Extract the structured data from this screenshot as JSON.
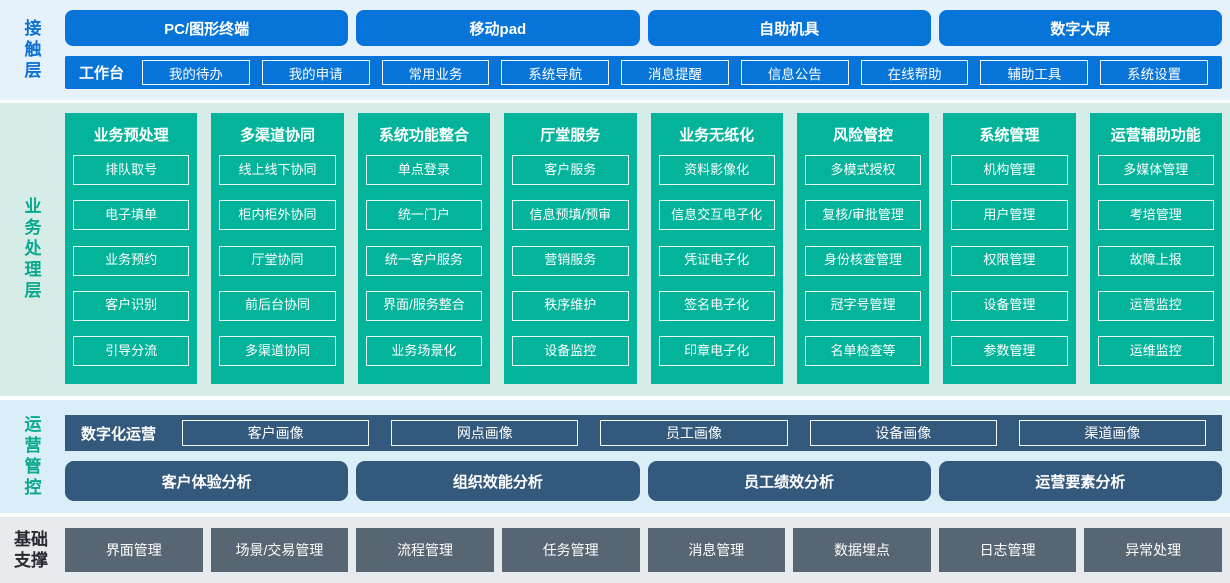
{
  "colors": {
    "blue": "#0774da",
    "green": "#04b49a",
    "slate_blue": "#33597d",
    "grey": "#586573",
    "bg_contact": "#e5f2fb",
    "bg_business": "#d6ede7",
    "bg_operations": "#daeef8",
    "bg_base": "#e8ebee"
  },
  "contact_layer": {
    "label": "接触层",
    "channels": [
      "PC/图形终端",
      "移动pad",
      "自助机具",
      "数字大屏"
    ],
    "workbench": {
      "label": "工作台",
      "items": [
        "我的待办",
        "我的申请",
        "常用业务",
        "系统导航",
        "消息提醒",
        "信息公告",
        "在线帮助",
        "辅助工具",
        "系统设置"
      ]
    }
  },
  "business_layer": {
    "label": "业务处理层",
    "columns": [
      {
        "title": "业务预处理",
        "items": [
          "排队取号",
          "电子填单",
          "业务预约",
          "客户识别",
          "引导分流"
        ]
      },
      {
        "title": "多渠道协同",
        "items": [
          "线上线下协同",
          "柜内柜外协同",
          "厅堂协同",
          "前后台协同",
          "多渠道协同"
        ]
      },
      {
        "title": "系统功能整合",
        "items": [
          "单点登录",
          "统一门户",
          "统一客户服务",
          "界面/服务整合",
          "业务场景化"
        ]
      },
      {
        "title": "厅堂服务",
        "items": [
          "客户服务",
          "信息预填/预审",
          "营销服务",
          "秩序维护",
          "设备监控"
        ]
      },
      {
        "title": "业务无纸化",
        "items": [
          "资料影像化",
          "信息交互电子化",
          "凭证电子化",
          "签名电子化",
          "印章电子化"
        ]
      },
      {
        "title": "风险管控",
        "items": [
          "多模式授权",
          "复核/审批管理",
          "身份核查管理",
          "冠字号管理",
          "名单检查等"
        ]
      },
      {
        "title": "系统管理",
        "items": [
          "机构管理",
          "用户管理",
          "权限管理",
          "设备管理",
          "参数管理"
        ]
      },
      {
        "title": "运营辅助功能",
        "items": [
          "多媒体管理",
          "考培管理",
          "故障上报",
          "运营监控",
          "运维监控"
        ]
      }
    ]
  },
  "operations_layer": {
    "label": "运营管控",
    "digital_ops": {
      "label": "数字化运营",
      "items": [
        "客户画像",
        "网点画像",
        "员工画像",
        "设备画像",
        "渠道画像"
      ]
    },
    "analysis": [
      "客户体验分析",
      "组织效能分析",
      "员工绩效分析",
      "运营要素分析"
    ]
  },
  "base_layer": {
    "label": "基础\n支撑",
    "items": [
      "界面管理",
      "场景/交易管理",
      "流程管理",
      "任务管理",
      "消息管理",
      "数据埋点",
      "日志管理",
      "异常处理"
    ]
  }
}
